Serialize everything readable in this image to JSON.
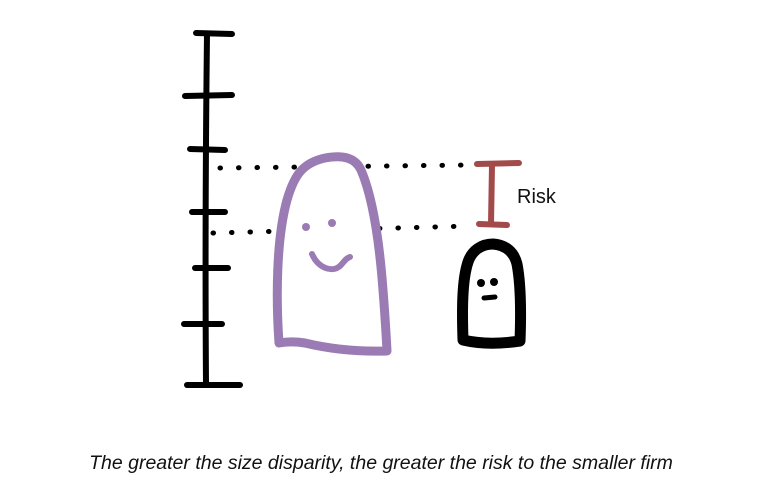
{
  "diagram": {
    "risk_label": "Risk",
    "caption": "The greater the size disparity, the greater the risk to the smaller firm",
    "colors": {
      "ink": "#000000",
      "large_firm": "#9b7bb3",
      "risk_marker": "#a34b4b",
      "background": "#ffffff"
    },
    "elements": [
      {
        "name": "size-scale-axis",
        "description": "hand-drawn vertical scale with tick marks"
      },
      {
        "name": "large-firm-figure",
        "description": "tall purple smiling blob"
      },
      {
        "name": "small-firm-figure",
        "description": "short black worried figure"
      },
      {
        "name": "risk-range-marker",
        "description": "red bar spanning the height gap"
      }
    ]
  }
}
